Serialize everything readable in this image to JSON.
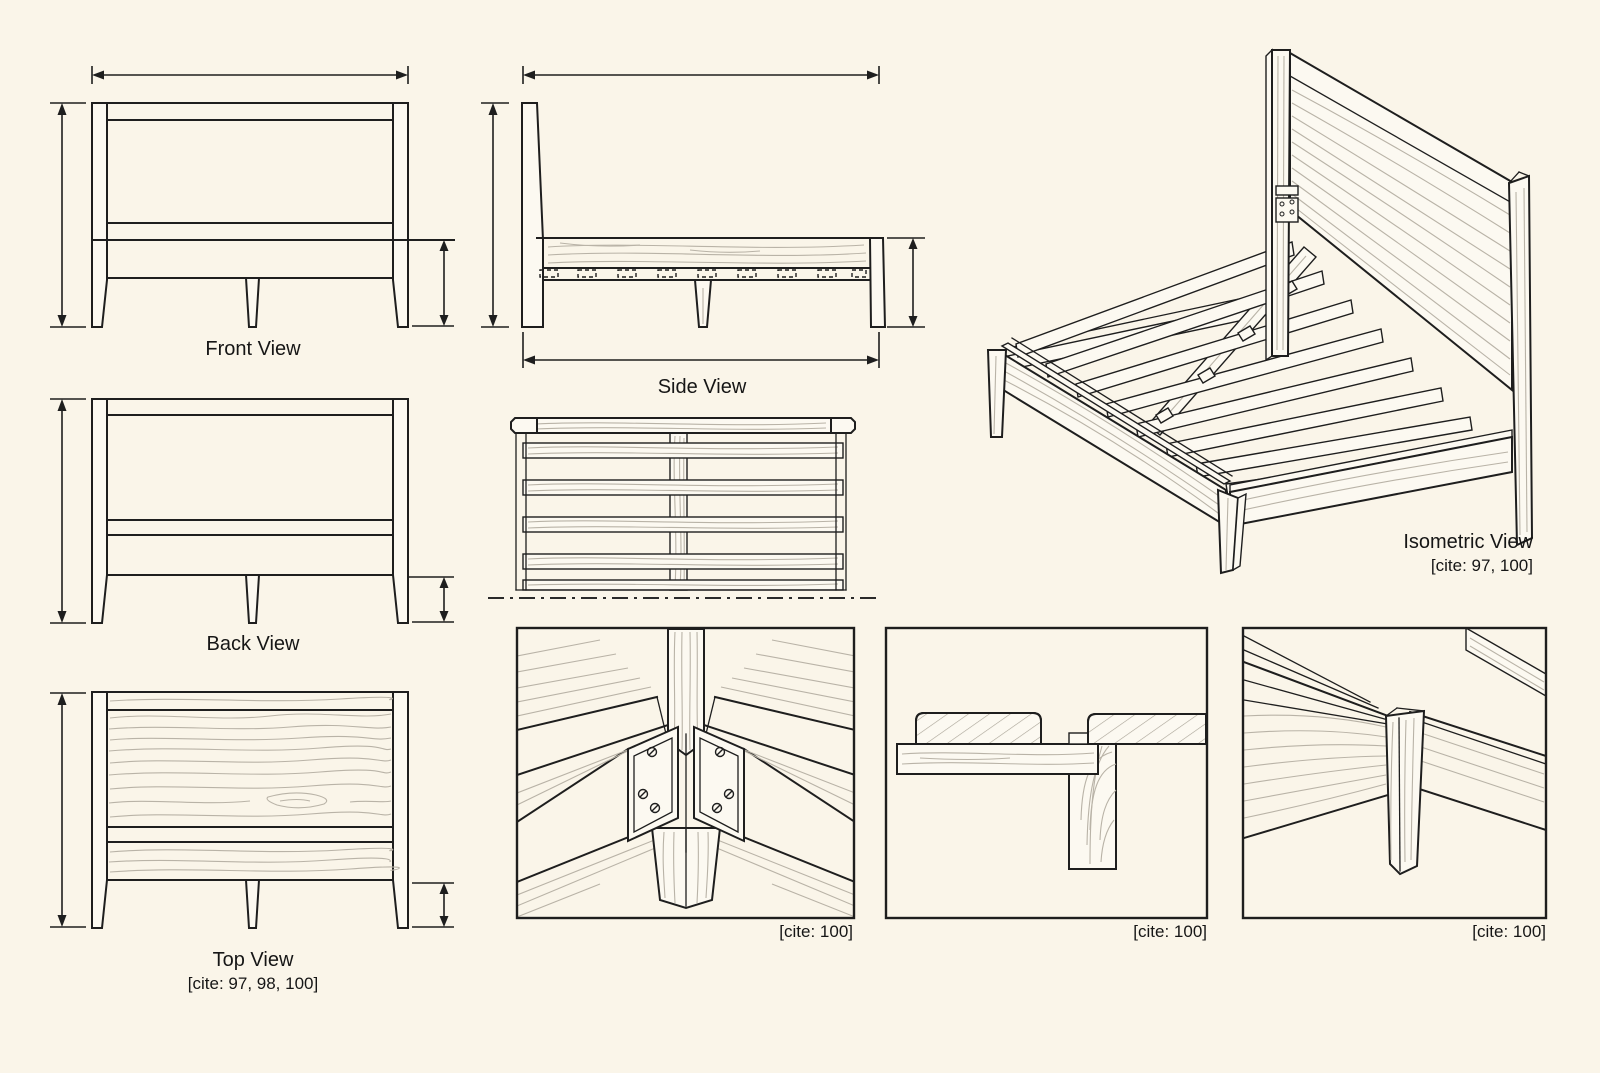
{
  "sheet": {
    "background": "#FAF5E9",
    "line_color": "#1E1E1E",
    "grain_color": "#B9B3A7"
  },
  "views": {
    "front": {
      "label": "Front View"
    },
    "side": {
      "label": "Side View"
    },
    "back": {
      "label": "Back View"
    },
    "top": {
      "label": "Top View",
      "cite": "[cite: 97, 98, 100]"
    },
    "isometric": {
      "label": "Isometric View",
      "cite": "[cite: 97, 100]"
    },
    "details": [
      {
        "name": "corner-bracket-joint",
        "cite": "[cite: 100]"
      },
      {
        "name": "slat-support-cross-section",
        "cite": "[cite: 100]"
      },
      {
        "name": "corner-leg-joint",
        "cite": "[cite: 100]"
      }
    ]
  }
}
